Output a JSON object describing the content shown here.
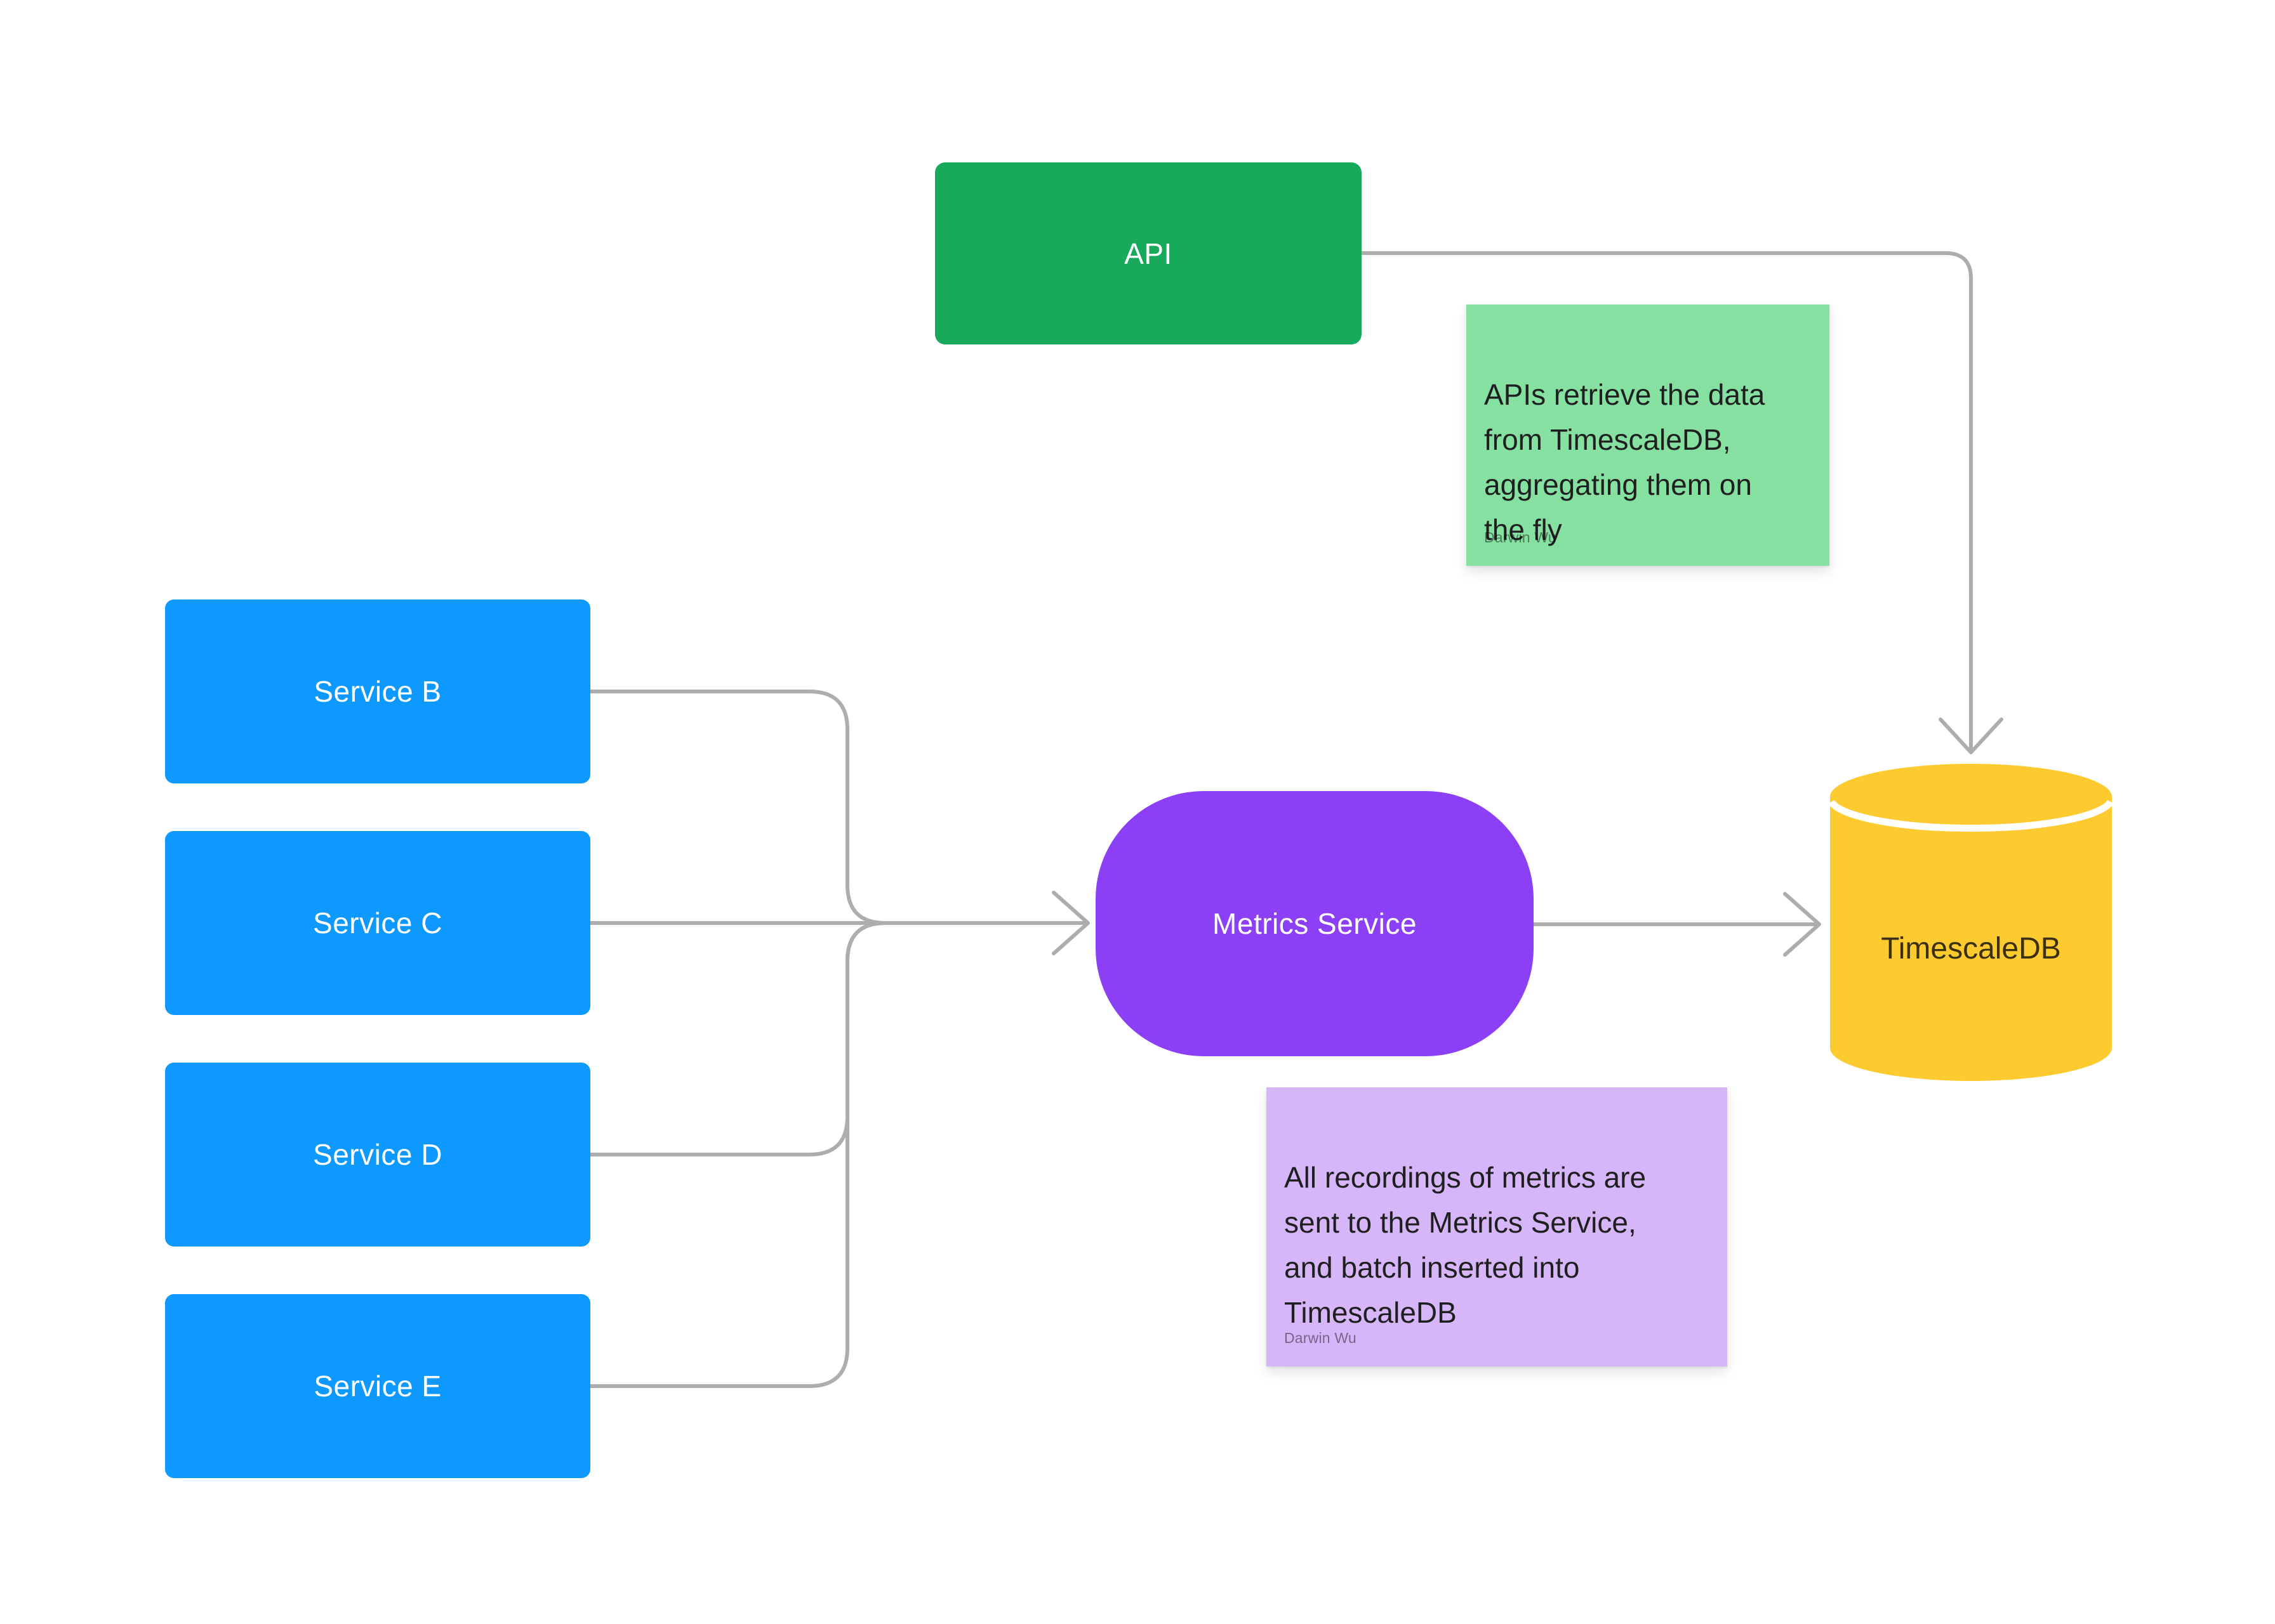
{
  "canvas": {
    "background": "#FFFFFF",
    "tool": "whiteboard-diagram"
  },
  "colors": {
    "api_node": "#17AA5C",
    "service_node": "#0D99FF",
    "metrics_node": "#8C40F5",
    "db_cylinder": "#FDCA2F",
    "sticky_green": "#85E0A2",
    "sticky_purple": "#D6B6F8",
    "connector": "#ADADAD",
    "node_text": "#FFFFFF",
    "db_text": "#3B3010",
    "sticky_text": "#1F1F1F"
  },
  "nodes": {
    "api": {
      "label": "API"
    },
    "services": [
      {
        "label": "Service B"
      },
      {
        "label": "Service C"
      },
      {
        "label": "Service D"
      },
      {
        "label": "Service E"
      }
    ],
    "metrics": {
      "label": "Metrics Service"
    },
    "db": {
      "label": "TimescaleDB"
    }
  },
  "notes": {
    "api_note": {
      "text": "APIs retrieve the data\nfrom TimescaleDB,\naggregating them on\nthe fly",
      "author": "Darwin Wu"
    },
    "metrics_note": {
      "text": "All recordings of metrics are\nsent to the Metrics Service,\nand batch inserted into\nTimescaleDB",
      "author": "Darwin Wu"
    }
  }
}
